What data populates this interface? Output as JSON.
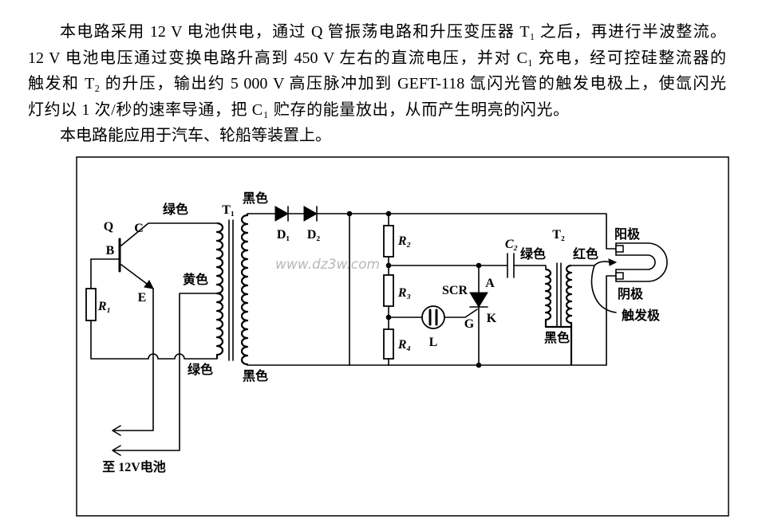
{
  "document": {
    "paragraph_1_lines": [
      "本电路采用 12 V 电池供电，通过 Q 管振荡电路和升压变压器 T₁ 之后，再进行半波整流。",
      "12 V 电池电压通过变换电路升高到 450 V 左右的直流电压，并对 C₁ 充电，经可控硅整流器的",
      "触发和 T₂ 的升压，输出约 5 000 V 高压脉冲加到 GEFT-118 氙闪光管的触发电极上，使氙闪光",
      "灯约以 1 次/秒的速率导通，把 C₁ 贮存的能量放出，从而产生明亮的闪光。"
    ],
    "paragraph_2": "本电路能应用于汽车、轮船等装置上。"
  },
  "diagram": {
    "watermark": "www.dz3w.com",
    "transistor": {
      "name": "Q",
      "base": "B",
      "collector": "C",
      "emitter": "E"
    },
    "r1": "R₁",
    "r2": "R₂",
    "r3": "R₃",
    "r4": "R₄",
    "t1": {
      "name": "T₁",
      "collector_wire": "绿色",
      "tap_wire": "黄色",
      "return_wire": "绿色",
      "secondary_top_wire": "黑色",
      "secondary_bottom_wire": "黑色"
    },
    "d1": "D₁",
    "d2": "D₂",
    "scr": {
      "name": "SCR",
      "anode": "A",
      "gate": "G",
      "cathode": "K"
    },
    "lamp": "L",
    "c2": "C₂",
    "t2": {
      "name": "T₂",
      "primary_wire": "绿色",
      "secondary_wire": "红色",
      "common_wire": "黑色"
    },
    "flash_tube": {
      "anode": "阳极",
      "cathode": "阴极",
      "trigger": "触发极"
    },
    "battery_label": "至 12V电池"
  }
}
